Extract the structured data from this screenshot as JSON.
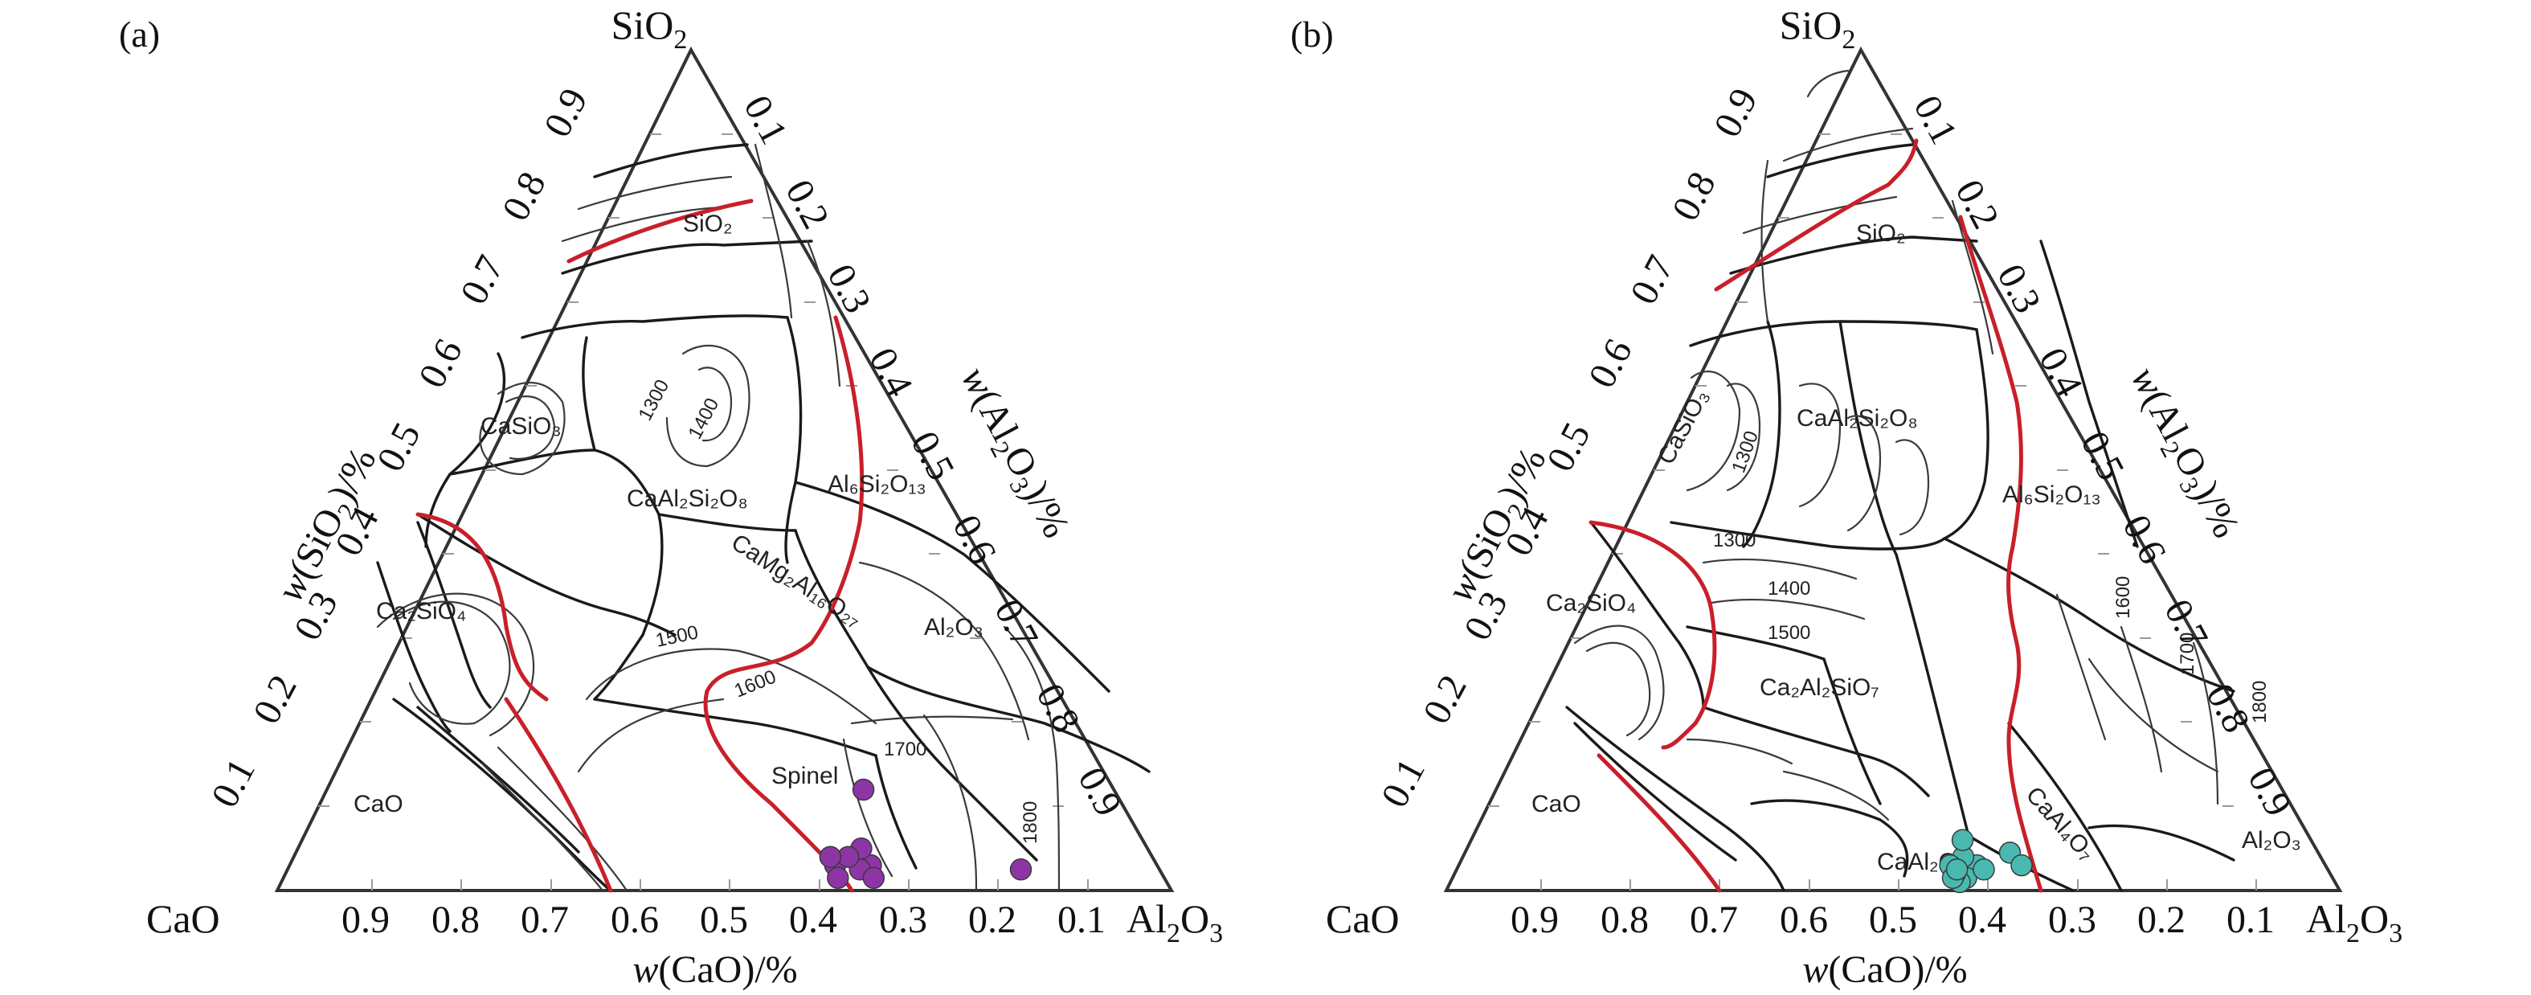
{
  "panels": [
    {
      "id": "a",
      "label": "(a)",
      "vertices": {
        "top": "SiO",
        "top_sub": "2",
        "left": "CaO",
        "right": "Al",
        "right_sub1": "2",
        "right_mid": "O",
        "right_sub2": "3"
      },
      "ticks_left": [
        "0.1",
        "0.2",
        "0.3",
        "0.4",
        "0.5",
        "0.6",
        "0.7",
        "0.8",
        "0.9"
      ],
      "ticks_right": [
        "0.1",
        "0.2",
        "0.3",
        "0.4",
        "0.5",
        "0.6",
        "0.7",
        "0.8",
        "0.9"
      ],
      "ticks_bottom": [
        "0.9",
        "0.8",
        "0.7",
        "0.6",
        "0.5",
        "0.4",
        "0.3",
        "0.2",
        "0.1"
      ],
      "axis_left": {
        "w": "w",
        "a": "(SiO",
        "sub": "2",
        "b": ")/%"
      },
      "axis_right": {
        "w": "w",
        "a": "(Al",
        "sub1": "2",
        "mid": "O",
        "sub2": "3",
        "b": ")/%"
      },
      "axis_bottom": {
        "w": "w",
        "a": "(CaO)/%"
      },
      "phases": [
        "SiO₂",
        "CaSiO₃",
        "CaAl₂Si₂O₈",
        "Al₆Si₂O₁₃",
        "CaMg₂Al₁₆O₂₇",
        "Ca₂SiO₄",
        "Al₂O₃",
        "CaO",
        "Spinel"
      ],
      "isotherms": [
        "1300",
        "1400",
        "1500",
        "1600",
        "1700",
        "1800"
      ],
      "points_color": "#8e35a6",
      "points": [
        [
          0.03,
          0.65
        ],
        [
          0.03,
          0.61
        ],
        [
          0.025,
          0.64
        ],
        [
          0.05,
          0.63
        ],
        [
          0.04,
          0.62
        ],
        [
          0.015,
          0.62
        ],
        [
          0.04,
          0.6
        ],
        [
          0.015,
          0.66
        ],
        [
          0.12,
          0.6
        ],
        [
          0.025,
          0.82
        ]
      ]
    },
    {
      "id": "b",
      "label": "(b)",
      "vertices": {
        "top": "SiO",
        "top_sub": "2",
        "left": "CaO",
        "right": "Al",
        "right_sub1": "2",
        "right_mid": "O",
        "right_sub2": "3"
      },
      "ticks_left": [
        "0.1",
        "0.2",
        "0.3",
        "0.4",
        "0.5",
        "0.6",
        "0.7",
        "0.8",
        "0.9"
      ],
      "ticks_right": [
        "0.1",
        "0.2",
        "0.3",
        "0.4",
        "0.5",
        "0.6",
        "0.7",
        "0.8",
        "0.9"
      ],
      "ticks_bottom": [
        "0.9",
        "0.8",
        "0.7",
        "0.6",
        "0.5",
        "0.4",
        "0.3",
        "0.2",
        "0.1"
      ],
      "axis_left": {
        "w": "w",
        "a": "(SiO",
        "sub": "2",
        "b": ")/%"
      },
      "axis_right": {
        "w": "w",
        "a": "(Al",
        "sub1": "2",
        "mid": "O",
        "sub2": "3",
        "b": ")/%"
      },
      "axis_bottom": {
        "w": "w",
        "a": "(CaO)/%"
      },
      "phases": [
        "SiO₂",
        "CaSiO₃",
        "CaAl₂Si₂O₈",
        "Al₆Si₂O₁₃",
        "Ca₂SiO₄",
        "Ca₂Al₂SiO₇",
        "CaAl₄O₇",
        "Al₂O₃",
        "CaO",
        "CaAl₂O₄"
      ],
      "isotherms": [
        "1300",
        "1400",
        "1500",
        "1600",
        "1700",
        "1800"
      ],
      "points_color": "#49b9b0",
      "points": [
        [
          0.02,
          0.57
        ],
        [
          0.03,
          0.58
        ],
        [
          0.015,
          0.575
        ],
        [
          0.025,
          0.59
        ],
        [
          0.04,
          0.56
        ],
        [
          0.01,
          0.57
        ],
        [
          0.02,
          0.56
        ],
        [
          0.03,
          0.55
        ],
        [
          0.015,
          0.56
        ],
        [
          0.045,
          0.61
        ],
        [
          0.03,
          0.63
        ],
        [
          0.06,
          0.55
        ],
        [
          0.025,
          0.56
        ]
      ]
    }
  ]
}
